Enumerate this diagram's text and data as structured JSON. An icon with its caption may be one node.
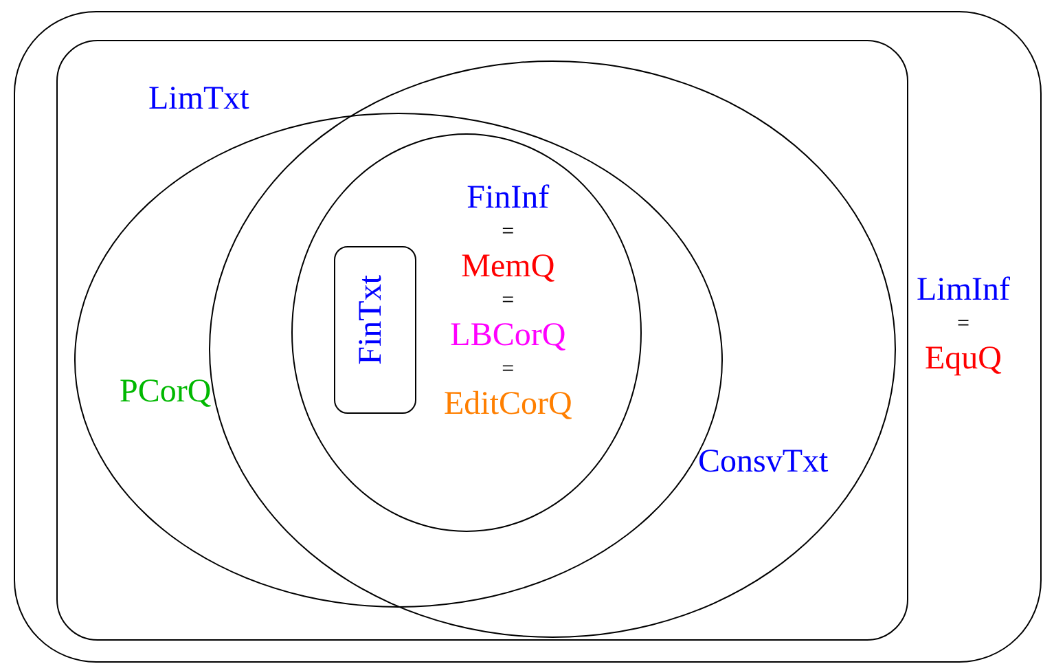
{
  "diagram": {
    "nodes": [
      {
        "text": [
          "LimInf",
          "=",
          "EquQ"
        ]
      },
      {
        "text": [
          "LimTxt"
        ],
        "in": 0
      },
      {
        "text": [
          "PCorQ"
        ],
        "in": 1
      },
      {
        "text": [
          "ConsvTxt"
        ],
        "in": 1
      },
      {
        "text": [
          "FinInf",
          "=",
          "MemQ",
          "=",
          "LBCorQ",
          "=",
          "EditCorQ"
        ]
      },
      {
        "text": [
          "FinTxt"
        ],
        "in": 4
      }
    ]
  }
}
